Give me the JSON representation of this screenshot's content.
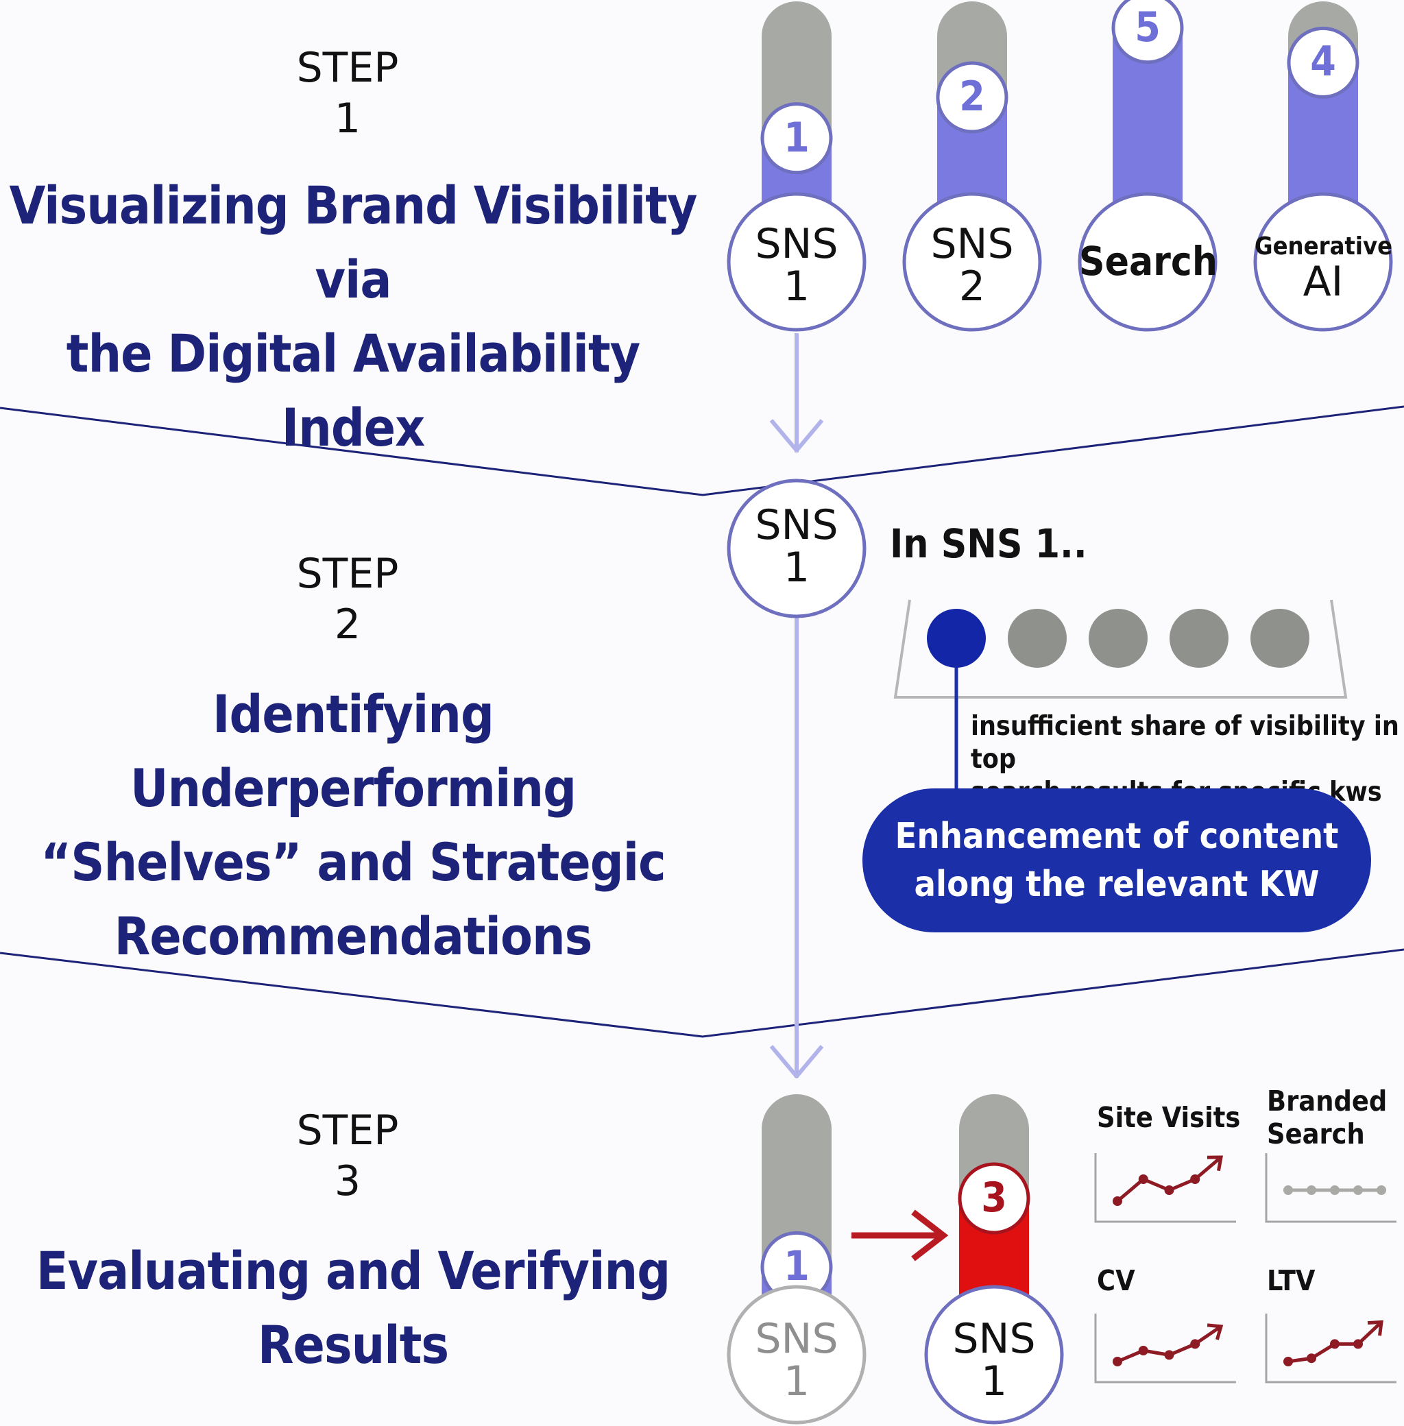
{
  "colors": {
    "navy": "#1c2378",
    "track_grey": "#a7a9a5",
    "fill_purple": "#7a7ae0",
    "accent_red": "#e01010",
    "arrow_red": "#b81c22",
    "callout_blue": "#1a2fa8",
    "highlight_dot": "#1326a8",
    "grey_dot": "#8f918d",
    "connector": "#b3b3eb"
  },
  "step1": {
    "label": "STEP",
    "number": "1",
    "title_line1": "Visualizing Brand Visibility via",
    "title_line2": "the Digital Availability Index",
    "channels": [
      {
        "line1": "SNS",
        "line2": "1",
        "rank": "1",
        "fill": 0.33
      },
      {
        "line1": "SNS",
        "line2": "2",
        "rank": "2",
        "fill": 0.53
      },
      {
        "line1": "Search",
        "line2": "",
        "rank": "5",
        "fill": 0.87
      },
      {
        "line1": "Generative",
        "line2": "AI",
        "rank": "4",
        "fill": 0.7
      }
    ]
  },
  "step2": {
    "label": "STEP",
    "number": "2",
    "title_line1": "Identifying Underperforming",
    "title_line2": "“Shelves” and Strategic",
    "title_line3": "Recommendations",
    "node": {
      "line1": "SNS",
      "line2": "1"
    },
    "heading": "In SNS 1..",
    "shelf_dots": 5,
    "highlighted_index": 0,
    "note_line1": "insufficient share of visibility in top",
    "note_line2": "search results for specific kws",
    "callout_line1": "Enhancement of content",
    "callout_line2": "along the relevant KW"
  },
  "step3": {
    "label": "STEP",
    "number": "3",
    "title_line1": "Evaluating and Verifying",
    "title_line2": "Results",
    "before": {
      "line1": "SNS",
      "line2": "1",
      "rank": "1",
      "fill": 0.17
    },
    "after": {
      "line1": "SNS",
      "line2": "1",
      "rank": "3",
      "fill": 0.5
    },
    "metrics": [
      {
        "label_line1": "Site Visits",
        "label_line2": "",
        "trend": "up",
        "values": [
          1,
          3,
          2,
          3,
          5
        ]
      },
      {
        "label_line1": "Branded",
        "label_line2": "Search",
        "trend": "flat",
        "values": [
          2,
          2,
          2,
          2,
          2
        ]
      },
      {
        "label_line1": "CV",
        "label_line2": "",
        "trend": "up",
        "values": [
          1,
          2,
          1.6,
          2.6,
          4.2
        ]
      },
      {
        "label_line1": "LTV",
        "label_line2": "",
        "trend": "up",
        "values": [
          1,
          1.3,
          2.6,
          2.6,
          4.6
        ]
      }
    ]
  }
}
